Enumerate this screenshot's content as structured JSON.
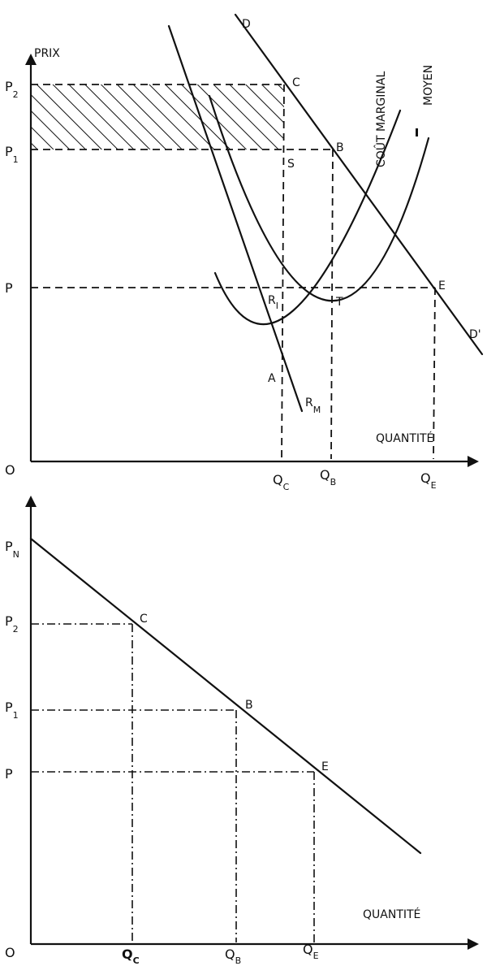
{
  "top_diagram": {
    "y_axis_label": "PRIX",
    "x_axis_label": "QUANTITÉ",
    "origin_label": "O",
    "price_labels": {
      "p2": {
        "main": "P",
        "sub": "2"
      },
      "p1": {
        "main": "P",
        "sub": "1"
      },
      "p": {
        "main": "P",
        "sub": ""
      }
    },
    "quantity_labels": {
      "qc": {
        "main": "Q",
        "sub": "C"
      },
      "qb": {
        "main": "Q",
        "sub": "B"
      },
      "qe": {
        "main": "Q",
        "sub": "E"
      }
    },
    "curve_labels": {
      "demand_start": "D",
      "demand_end": "D'",
      "marginal_cost": "COÛT MARGINAL",
      "average_cost": "MOYEN",
      "marginal_revenue": {
        "main": "R",
        "sub": "M"
      }
    },
    "point_labels": {
      "c": "C",
      "b": "B",
      "s": "S",
      "e": "E",
      "t": "T",
      "r": {
        "main": "R",
        "sub": "I"
      },
      "a": "A"
    }
  },
  "bottom_diagram": {
    "x_axis_label": "QUANTITÉ",
    "origin_label": "O",
    "price_labels": {
      "pn": {
        "main": "P",
        "sub": "N"
      },
      "p2": {
        "main": "P",
        "sub": "2"
      },
      "p1": {
        "main": "P",
        "sub": "1"
      },
      "p": {
        "main": "P",
        "sub": ""
      }
    },
    "quantity_labels": {
      "qc": {
        "main": "Q",
        "sub": "C"
      },
      "qb": {
        "main": "Q",
        "sub": "B"
      },
      "qe": {
        "main": "Q",
        "sub": "E"
      }
    },
    "point_labels": {
      "c": "C",
      "b": "B",
      "e": "E"
    }
  }
}
